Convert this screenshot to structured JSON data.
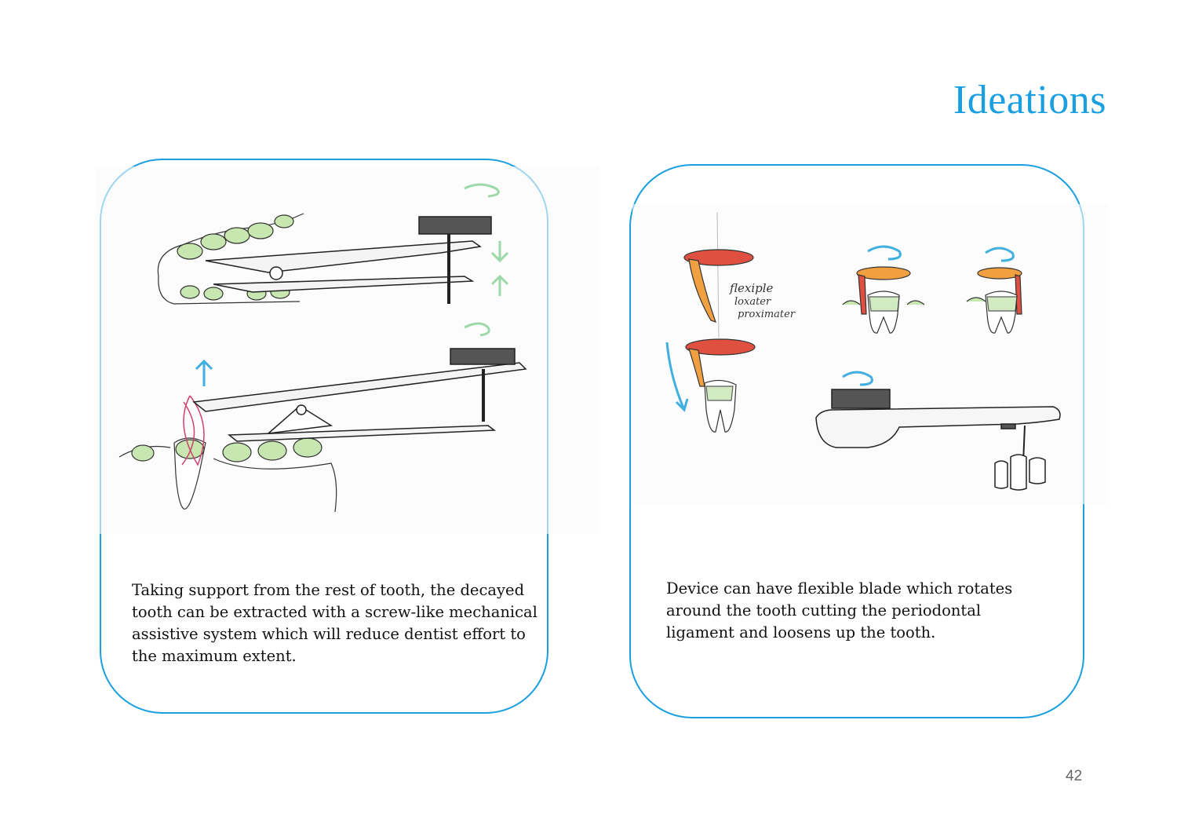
{
  "page": {
    "title": "Ideations",
    "page_number": "42"
  },
  "ideas": [
    {
      "caption": "Taking support from the rest of tooth, the decayed tooth can be extracted with a screw-like mechanical assistive system which will reduce dentist effort to the maximum extent."
    },
    {
      "caption": "Device can have flexible blade which rotates around the tooth cutting the periodontal ligament and loosens up the tooth.",
      "sketch_notes": [
        "flexiple",
        "loxater",
        "proximater"
      ]
    }
  ],
  "colors": {
    "accent": "#1aa0e0",
    "tooth_green": "#c8e6b0",
    "blade_orange": "#f0a040",
    "blade_red": "#e05040",
    "arrow_blue": "#40b0e0",
    "root_pink": "#d04070"
  }
}
